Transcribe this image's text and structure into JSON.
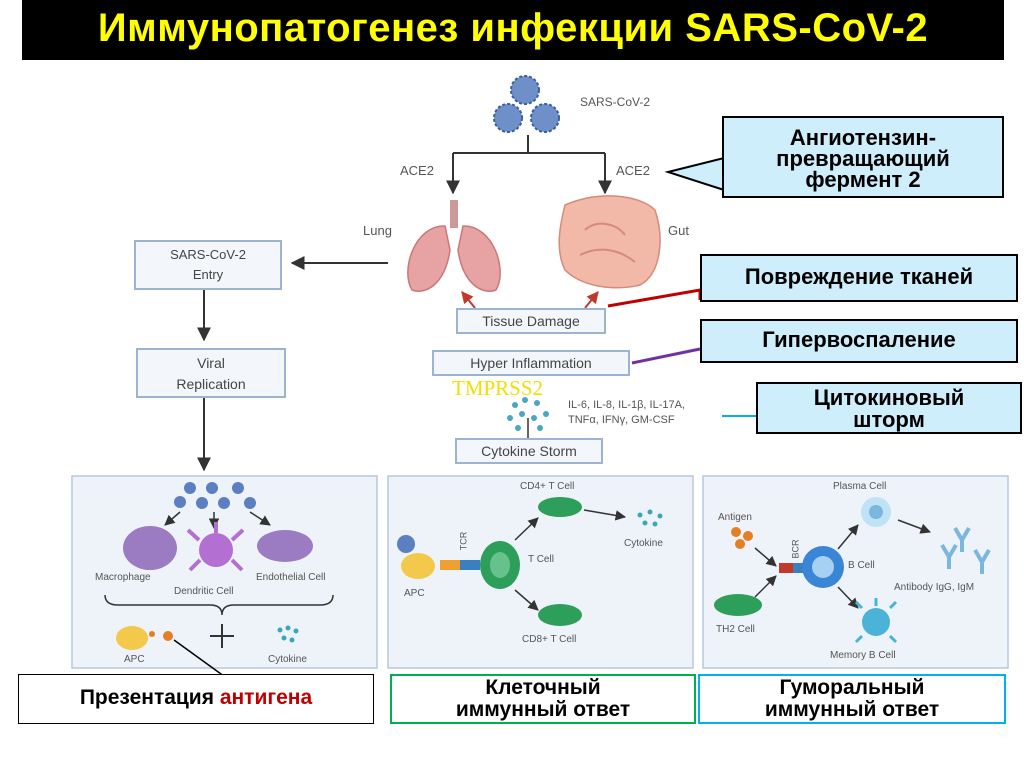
{
  "title": "Иммунопатогенез инфекции SARS-CoV-2",
  "diagram": {
    "virus_label": "SARS-CoV-2",
    "ace2_left": "ACE2",
    "ace2_right": "ACE2",
    "lung": "Lung",
    "gut": "Gut",
    "entry_line1": "SARS-CoV-2",
    "entry_line2": "Entry",
    "replication_line1": "Viral",
    "replication_line2": "Replication",
    "tissue_damage": "Tissue Damage",
    "hyper_inflammation": "Hyper Inflammation",
    "tmprss2": "TMPRSS2",
    "cytokines_line1": "IL-6, IL-8, IL-1β, IL-17A,",
    "cytokines_line2": "TNFα, IFNγ, GM-CSF",
    "cytokine_storm": "Cytokine Storm",
    "macrophage": "Macrophage",
    "dendritic_cell": "Dendritic Cell",
    "endothelial_cell": "Endothelial Cell",
    "apc_left": "APC",
    "cytokine_left": "Cytokine",
    "apc_mid": "APC",
    "tcr": "TCR",
    "cd4": "CD4+ T Cell",
    "t_cell": "T Cell",
    "cytokine_mid": "Cytokine",
    "cd8": "CD8+ T Cell",
    "antigen": "Antigen",
    "bcr": "BCR",
    "th2": "TH2 Cell",
    "plasma_cell": "Plasma Cell",
    "b_cell": "B Cell",
    "antibody": "Antibody IgG, IgM",
    "memory_b": "Memory B Cell"
  },
  "callouts": {
    "ace2_line1": "Ангиотензин-",
    "ace2_line2": "превращающий",
    "ace2_line3": "фермент 2",
    "tissue": "Повреждение тканей",
    "hyper": "Гипервоспаление",
    "storm_line1": "Цитокиновый",
    "storm_line2": "шторм"
  },
  "bottom": {
    "presentation_prefix": "Презентация ",
    "presentation_accent": "антигена",
    "cellular_line1": "Клеточный",
    "cellular_line2": "иммунный ответ",
    "humoral_line1": "Гуморальный",
    "humoral_line2": "иммунный ответ"
  },
  "colors": {
    "title_bg": "#000000",
    "title_text": "#ffff00",
    "callout_bg": "#cdeefa",
    "tissue_line": "#c00000",
    "hyper_line": "#7030a0",
    "storm_line": "#00b0f0",
    "accent_red": "#c00000",
    "green_border": "#00b050",
    "cyan_border": "#00b0f0"
  }
}
